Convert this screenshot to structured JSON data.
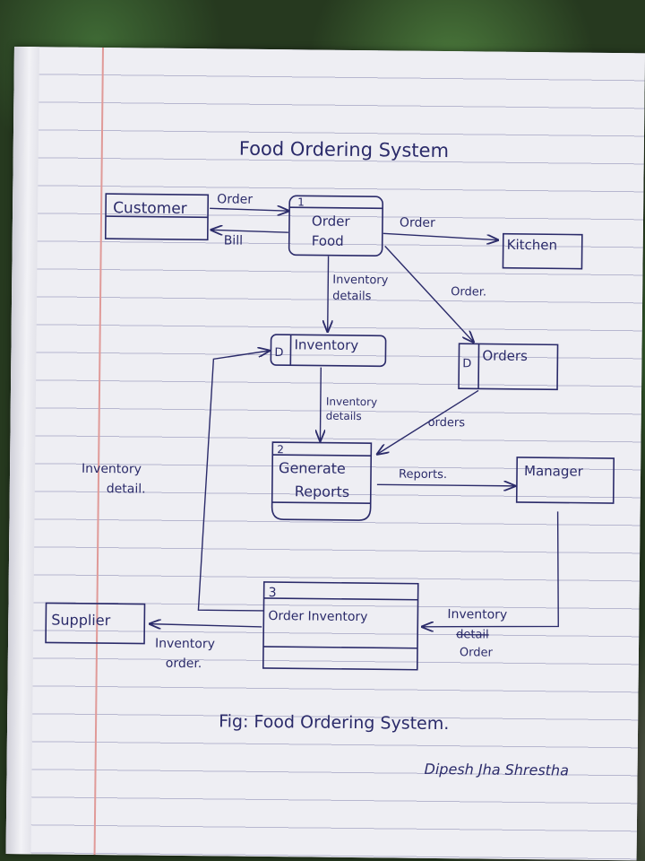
{
  "diagram": {
    "title": "Food Ordering System",
    "processes": [
      {
        "number": "1",
        "line1": "Order",
        "line2": "Food"
      },
      {
        "number": "2",
        "line1": "Generate",
        "line2": "Reports"
      },
      {
        "number": "3",
        "line1": "Order Inventory"
      }
    ],
    "entities": {
      "customer": "Customer",
      "kitchen": "Kitchen",
      "manager": "Manager",
      "supplier": "Supplier"
    },
    "stores": [
      {
        "id": "D",
        "label": "Inventory"
      },
      {
        "id": "D",
        "label": "Orders"
      }
    ],
    "flows": {
      "customer_order": "Order",
      "bill": "Bill",
      "kitchen_order": "Order",
      "to_orders": "Order.",
      "inventory_details_1_line1": "Inventory",
      "inventory_details_1_line2": "details",
      "inventory_details_2_line1": "Inventory",
      "inventory_details_2_line2": "details",
      "orders": "orders",
      "reports": "Reports.",
      "inventory_details_left_line1": "Inventory",
      "inventory_details_left_line2": "detail.",
      "inventory_order_supplier_line1": "Inventory",
      "inventory_order_supplier_line2": "order.",
      "manager_inventory_line1": "Inventory",
      "manager_inventory_struck": "detail",
      "manager_inventory_line3": "Order"
    },
    "caption": "Fig: Food Ordering System.",
    "signature": "Dipesh Jha Shrestha"
  }
}
